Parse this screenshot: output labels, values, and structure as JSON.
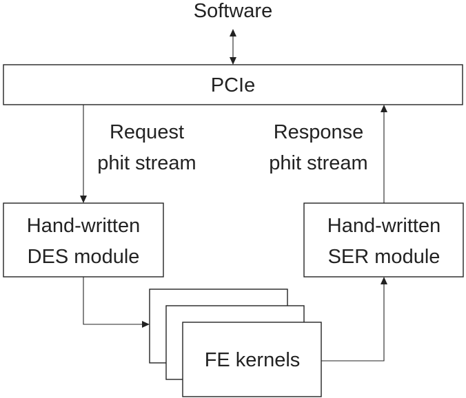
{
  "diagram": {
    "software": "Software",
    "pcie": "PCIe",
    "request_line1": "Request",
    "request_line2": "phit stream",
    "response_line1": "Response",
    "response_line2": "phit stream",
    "des_line1": "Hand-written",
    "des_line2": "DES module",
    "ser_line1": "Hand-written",
    "ser_line2": "SER module",
    "kernels": "FE kernels"
  }
}
